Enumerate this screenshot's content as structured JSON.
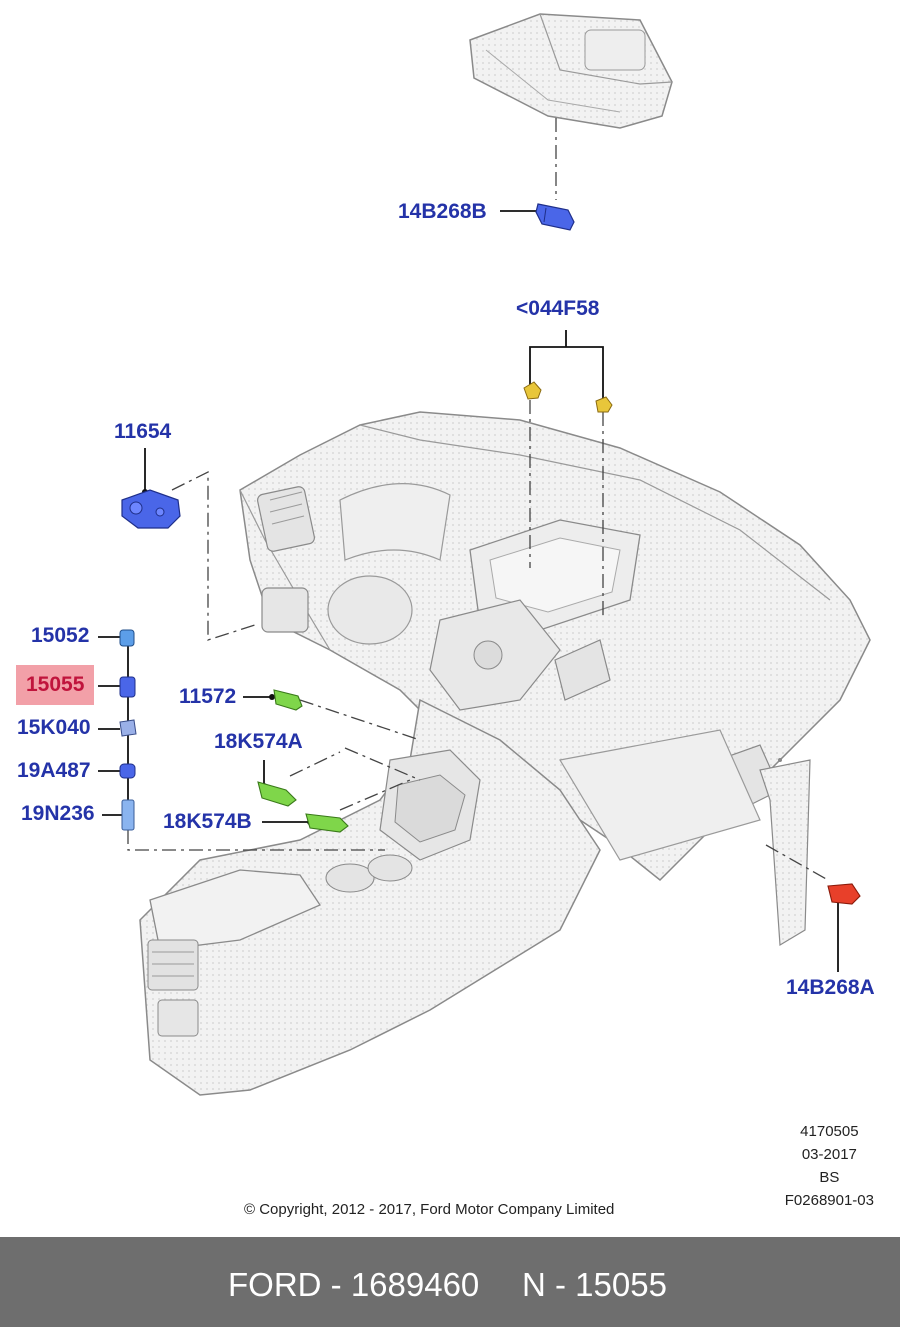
{
  "callouts": {
    "c14b268b": "14B268B",
    "c044f58": "<044F58",
    "c11654": "11654",
    "c15052": "15052",
    "c15055": "15055",
    "c15k040": "15K040",
    "c19a487": "19A487",
    "c19n236": "19N236",
    "c11572": "11572",
    "c18k574a": "18K574A",
    "c18k574b": "18K574B",
    "c14b268a": "14B268A"
  },
  "stamp": {
    "line1": "4170505",
    "line2": "03-2017",
    "line3": "BS",
    "line4": "F0268901-03"
  },
  "copyright": "© Copyright, 2012 - 2017, Ford Motor Company Limited",
  "footer": {
    "part_number": "FORD - 1689460",
    "part_code": "N - 15055"
  },
  "colors": {
    "callout_text": "#2433a8",
    "highlight_bg": "#f2a0a8",
    "highlight_text": "#c0143c",
    "footer_bg": "#6e6e6e",
    "part_blue": "#4a66e8",
    "part_green": "#7fd64a",
    "part_yellow": "#e8c63a",
    "part_red": "#e8402a"
  }
}
